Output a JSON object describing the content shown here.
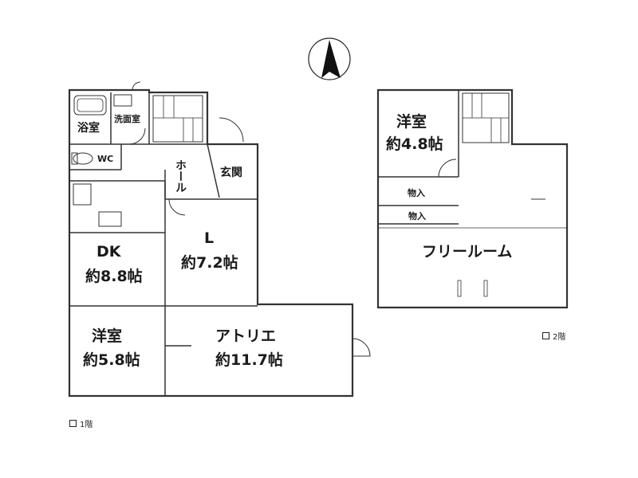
{
  "compass": {
    "icon": "north-arrow-icon"
  },
  "floor1": {
    "label": "1階",
    "rooms": {
      "bath": "浴室",
      "washroom": "洗面室",
      "wc": "WC",
      "hall": "ホール",
      "entrance": "玄関",
      "dk_name": "DK",
      "dk_size": "約8.8帖",
      "living_name": "L",
      "living_size": "約7.2帖",
      "western_name": "洋室",
      "western_size": "約5.8帖",
      "atelier_name": "アトリエ",
      "atelier_size": "約11.7帖"
    }
  },
  "floor2": {
    "label": "2階",
    "rooms": {
      "western_name": "洋室",
      "western_size": "約4.8帖",
      "storage1": "物入",
      "storage2": "物入",
      "free_room": "フリールーム"
    }
  }
}
